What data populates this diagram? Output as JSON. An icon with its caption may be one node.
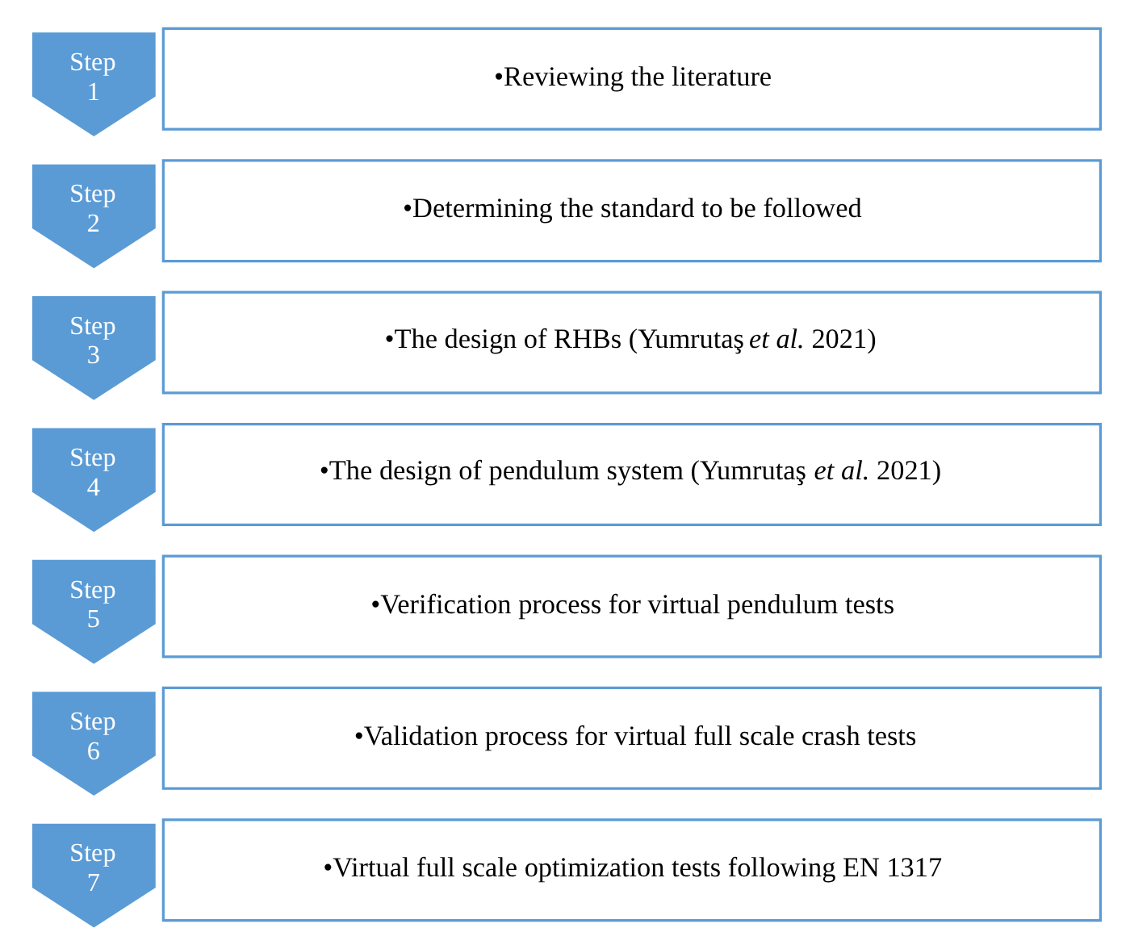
{
  "diagram": {
    "nodes": [
      {
        "text": [
          "Step 1"
        ]
      },
      {
        "text": [
          "•Reviewing the literature"
        ]
      },
      {
        "text": [
          "Step 2"
        ]
      },
      {
        "text": [
          "•Determining the standard to be followed"
        ]
      },
      {
        "text": [
          "Step 3"
        ]
      },
      {
        "text": [
          "•The design of RHBs (Yumrutaş *et al.* 2021)"
        ]
      },
      {
        "text": [
          "Step 4"
        ]
      },
      {
        "text": [
          "•The design of pendulum system (Yumrutaş *et al.* 2021)"
        ]
      },
      {
        "text": [
          "Step 5"
        ]
      },
      {
        "text": [
          "•Verification process for virtual pendulum tests"
        ]
      },
      {
        "text": [
          "Step 6"
        ]
      },
      {
        "text": [
          "•Validation process for virtual full scale crash tests"
        ]
      },
      {
        "text": [
          "Step 7"
        ]
      },
      {
        "text": [
          "•Virtual full scale optimization tests following EN 1317"
        ]
      }
    ]
  }
}
